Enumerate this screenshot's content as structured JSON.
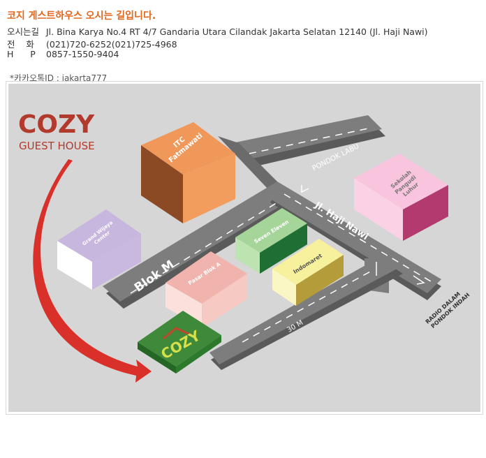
{
  "header": {
    "title": "코지 게스트하우스 오시는 길입니다."
  },
  "info": {
    "address_label": "오시는길",
    "address": "Jl. Bina Karya No.4 RT 4/7 Gandaria Utara Cilandak Jakarta Selatan 12140 (Jl. Haji Nawi)",
    "phone_label": "전    화",
    "phone": "(021)720-6252(021)725-4968",
    "hp_label": "H      P",
    "hp": "0857-1550-9404",
    "kakao": "*카카오톡ID : jakarta777"
  },
  "map": {
    "logo_title": "COZY",
    "logo_subtitle": "GUEST HOUSE",
    "buildings": {
      "itc": [
        "ITC",
        "Fatmawati"
      ],
      "grand_wijaya": [
        "Grand Wijaya",
        "Center"
      ],
      "sekolah": [
        "Sekolah",
        "Pangudi",
        "Luhur"
      ],
      "seven_eleven": "Seven Eleven",
      "indomaret": "Indomaret",
      "pasar": "Pasar Blok A",
      "cozy": "COZY"
    },
    "roads": {
      "pondok_labu": "PONDOK LABU",
      "haji_nawi": "Jl. Haji Nawi",
      "blok_m": "Blok M",
      "thirty_m": "30 M",
      "radio_dalam": "RADIO DALAM",
      "pondok_indah": "PONDOK INDAH"
    },
    "colors": {
      "background": "#d6d6d6",
      "road": "#7d7d7d",
      "cozy_red": "#b23a2c",
      "arrow_red": "#d9302a"
    }
  }
}
